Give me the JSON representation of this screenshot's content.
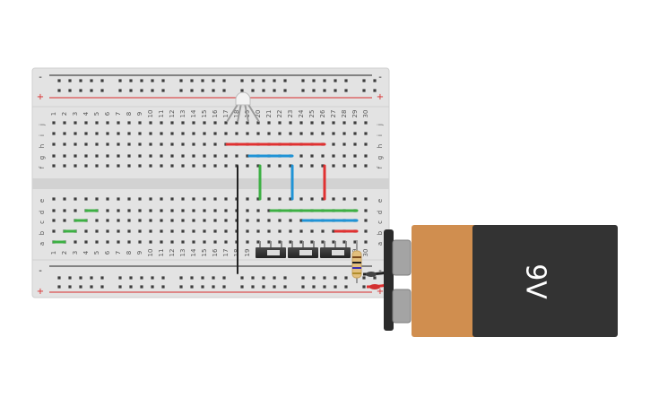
{
  "breadboard": {
    "rail_minus": "-",
    "rail_plus": "+",
    "columns": [
      "1",
      "2",
      "3",
      "4",
      "5",
      "6",
      "7",
      "8",
      "9",
      "10",
      "11",
      "12",
      "13",
      "14",
      "15",
      "16",
      "17",
      "18",
      "19",
      "20",
      "21",
      "22",
      "23",
      "24",
      "25",
      "26",
      "27",
      "28",
      "29",
      "30"
    ],
    "rows_top": [
      "j",
      "i",
      "h",
      "g",
      "f"
    ],
    "rows_bottom": [
      "e",
      "d",
      "c",
      "b",
      "a"
    ]
  },
  "battery": {
    "label": "9V",
    "colors": {
      "top": "#d08e4f",
      "body": "#333333",
      "terminals": "#9e9e9e"
    }
  },
  "colors": {
    "board": "#e3e3e3",
    "hole": "#3c3c3c",
    "rail_red": "#d92b2b",
    "rail_black": "#222222",
    "wire_red": "#e03131",
    "wire_blue": "#1f93d6",
    "wire_green": "#3cb043",
    "wire_black": "#222222"
  }
}
